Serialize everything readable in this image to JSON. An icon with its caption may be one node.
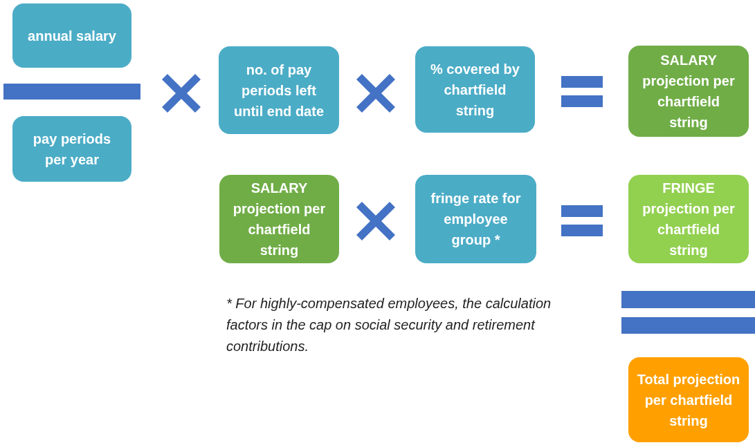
{
  "diagram": {
    "nodes": [
      {
        "text": [
          "annual salary"
        ]
      },
      {
        "text": [
          "pay periods per year"
        ]
      },
      {
        "text": [
          "no. of pay periods left until end date"
        ]
      },
      {
        "text": [
          "% covered by chartfield string"
        ]
      },
      {
        "text": [
          "SALARY projection per chartfield string"
        ]
      },
      {
        "text": [
          "SALARY projection per chartfield string"
        ]
      },
      {
        "text": [
          "fringe rate for employee group *"
        ]
      },
      {
        "text": [
          "FRINGE projection per chartfield string"
        ]
      },
      {
        "text": [
          "Total projection per chartfield string"
        ]
      }
    ],
    "labels": [
      "* For highly-compensated employees, the calculation  factors in the cap on social security and retirement contributions."
    ]
  }
}
